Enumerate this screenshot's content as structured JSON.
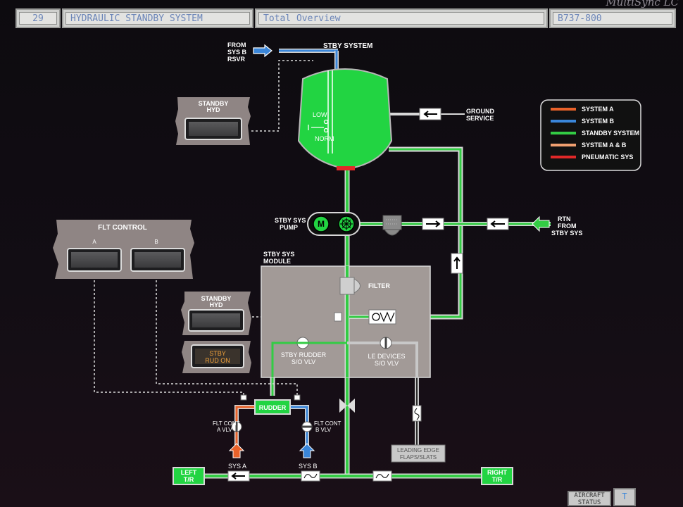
{
  "monitor": {
    "brand": "MultiSync LC"
  },
  "header": {
    "page_number": "29",
    "system_title": "HYDRAULIC STANDBY SYSTEM",
    "view_title": "Total Overview",
    "aircraft": "B737-800"
  },
  "legend": {
    "items": [
      {
        "label": "SYSTEM A",
        "color": "#e8622a"
      },
      {
        "label": "SYSTEM B",
        "color": "#3a86d9"
      },
      {
        "label": "STANDBY SYSTEM",
        "color": "#33cc44"
      },
      {
        "label": "SYSTEM A & B",
        "color": "#f0a070"
      },
      {
        "label": "PNEUMATIC SYS",
        "color": "#e02828"
      }
    ]
  },
  "diagram": {
    "from_sys_b_rsvr": [
      "FROM",
      "SYS B",
      "RSVR"
    ],
    "stby_system_label": "STBY SYSTEM",
    "reservoir_low": "LOW",
    "reservoir_norm": "NORM",
    "ground_service": [
      "GROUND",
      "SERVICE"
    ],
    "standby_hyd_top": [
      "STANDBY",
      "HYD"
    ],
    "flt_control": "FLT CONTROL",
    "flt_control_a": "A",
    "flt_control_b": "B",
    "stby_sys_pump": [
      "STBY SYS",
      "PUMP"
    ],
    "pump_motor": "M",
    "rtn_from_stby": [
      "RTN",
      "FROM",
      "STBY SYS"
    ],
    "stby_sys_module": [
      "STBY SYS",
      "MODULE"
    ],
    "filter": "FILTER",
    "standby_hyd_mid": [
      "STANDBY",
      "HYD"
    ],
    "stby_rud_on": [
      "STBY",
      "RUD ON"
    ],
    "stby_rudder_vlv": [
      "STBY RUDDER",
      "S/O VLV"
    ],
    "le_devices_vlv": [
      "LE DEVICES",
      "S/O VLV"
    ],
    "rudder": "RUDDER",
    "flt_cont_a_vlv": [
      "FLT CONT",
      "A VLV"
    ],
    "flt_cont_b_vlv": [
      "FLT CONT",
      "B VLV"
    ],
    "leading_edge": [
      "LEADING EDGE",
      "FLAPS/SLATS"
    ],
    "sys_a": "SYS A",
    "sys_b": "SYS B",
    "left_tr": [
      "LEFT",
      "T/R"
    ],
    "right_tr": [
      "RIGHT",
      "T/R"
    ]
  },
  "footer": {
    "aircraft_status": [
      "AIRCRAFT",
      "STATUS"
    ],
    "next": "T"
  }
}
